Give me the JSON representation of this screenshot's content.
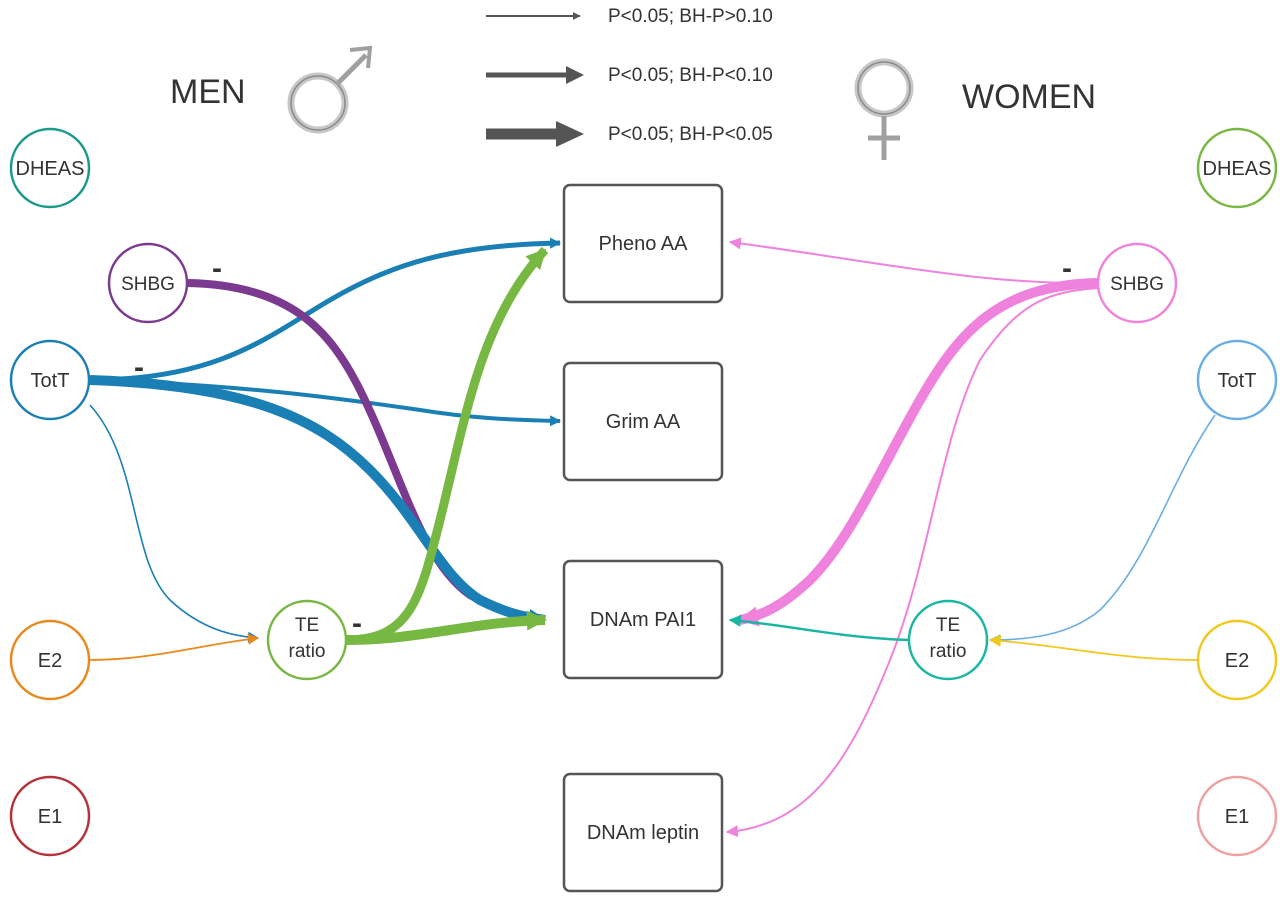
{
  "headings": {
    "men": "MEN",
    "women": "WOMEN"
  },
  "symbols": {
    "male": "male-symbol-icon",
    "female": "female-symbol-icon"
  },
  "legend": [
    {
      "id": "thin",
      "label": "P<0.05; BH-P>0.10"
    },
    {
      "id": "medium",
      "label": "P<0.05; BH-P<0.10"
    },
    {
      "id": "thick",
      "label": "P<0.05; BH-P<0.05"
    }
  ],
  "outcomes": [
    {
      "id": "pheno",
      "label": "Pheno AA"
    },
    {
      "id": "grim",
      "label": "Grim AA"
    },
    {
      "id": "pai1",
      "label": "DNAm PAI1"
    },
    {
      "id": "leptin",
      "label": "DNAm leptin"
    }
  ],
  "men_nodes": [
    {
      "id": "m_dheas",
      "label": "DHEAS",
      "color": "#1a9a8a"
    },
    {
      "id": "m_shbg",
      "label": "SHBG",
      "color": "#7b3a8f"
    },
    {
      "id": "m_tott",
      "label": "TotT",
      "color": "#1a7fb5"
    },
    {
      "id": "m_te",
      "line1": "TE",
      "line2": "ratio",
      "color": "#77b843"
    },
    {
      "id": "m_e2",
      "label": "E2",
      "color": "#e8891e"
    },
    {
      "id": "m_e1",
      "label": "E1",
      "color": "#b5323a"
    }
  ],
  "women_nodes": [
    {
      "id": "w_dheas",
      "label": "DHEAS",
      "color": "#77b843"
    },
    {
      "id": "w_shbg",
      "label": "SHBG",
      "color": "#ee82dd"
    },
    {
      "id": "w_tott",
      "label": "TotT",
      "color": "#6aaee6"
    },
    {
      "id": "w_te",
      "line1": "TE",
      "line2": "ratio",
      "color": "#1ab5a3"
    },
    {
      "id": "w_e2",
      "label": "E2",
      "color": "#f0c81e"
    },
    {
      "id": "w_e1",
      "label": "E1",
      "color": "#f0a0a0"
    }
  ],
  "edges": [
    {
      "id": "m_tott_pheno",
      "from": "TotT",
      "to": "Pheno AA",
      "sex": "men",
      "significance": "medium",
      "color": "#1a7fb5"
    },
    {
      "id": "m_tott_grim",
      "from": "TotT",
      "to": "Grim AA",
      "sex": "men",
      "significance": "medium",
      "color": "#1a7fb5"
    },
    {
      "id": "m_tott_pai1",
      "from": "TotT",
      "to": "DNAm PAI1",
      "sex": "men",
      "significance": "thick",
      "color": "#1a7fb5"
    },
    {
      "id": "m_shbg_pai1",
      "from": "SHBG",
      "to": "DNAm PAI1",
      "sex": "men",
      "significance": "thick",
      "color": "#7b3a8f"
    },
    {
      "id": "m_te_pheno",
      "from": "TE ratio",
      "to": "Pheno AA",
      "sex": "men",
      "significance": "thick",
      "color": "#77b843"
    },
    {
      "id": "m_te_pai1",
      "from": "TE ratio",
      "to": "DNAm PAI1",
      "sex": "men",
      "significance": "thick",
      "color": "#77b843"
    },
    {
      "id": "m_tott_te",
      "from": "TotT",
      "to": "TE ratio",
      "sex": "men",
      "significance": "thin",
      "color": "#1a7fb5"
    },
    {
      "id": "m_e2_te",
      "from": "E2",
      "to": "TE ratio",
      "sex": "men",
      "significance": "thin",
      "color": "#e8891e"
    },
    {
      "id": "w_shbg_pheno",
      "from": "SHBG",
      "to": "Pheno AA",
      "sex": "women",
      "significance": "thin",
      "color": "#ee82dd"
    },
    {
      "id": "w_shbg_pai1",
      "from": "SHBG",
      "to": "DNAm PAI1",
      "sex": "women",
      "significance": "thick",
      "color": "#ee82dd"
    },
    {
      "id": "w_shbg_leptin",
      "from": "SHBG",
      "to": "DNAm leptin",
      "sex": "women",
      "significance": "thin",
      "color": "#ee82dd"
    },
    {
      "id": "w_te_pai1",
      "from": "TE ratio",
      "to": "DNAm PAI1",
      "sex": "women",
      "significance": "thin",
      "color": "#1ab5a3"
    },
    {
      "id": "w_tott_te",
      "from": "TotT",
      "to": "TE ratio",
      "sex": "women",
      "significance": "thin",
      "color": "#6aaee6"
    },
    {
      "id": "w_e2_te",
      "from": "E2",
      "to": "TE ratio",
      "sex": "women",
      "significance": "thin",
      "color": "#f0c81e"
    }
  ],
  "negative_marks": [
    {
      "id": "m_shbg_neg",
      "text": "-"
    },
    {
      "id": "m_tott_neg",
      "text": "-"
    },
    {
      "id": "m_te_neg",
      "text": "-"
    },
    {
      "id": "w_shbg_neg",
      "text": "-"
    }
  ]
}
